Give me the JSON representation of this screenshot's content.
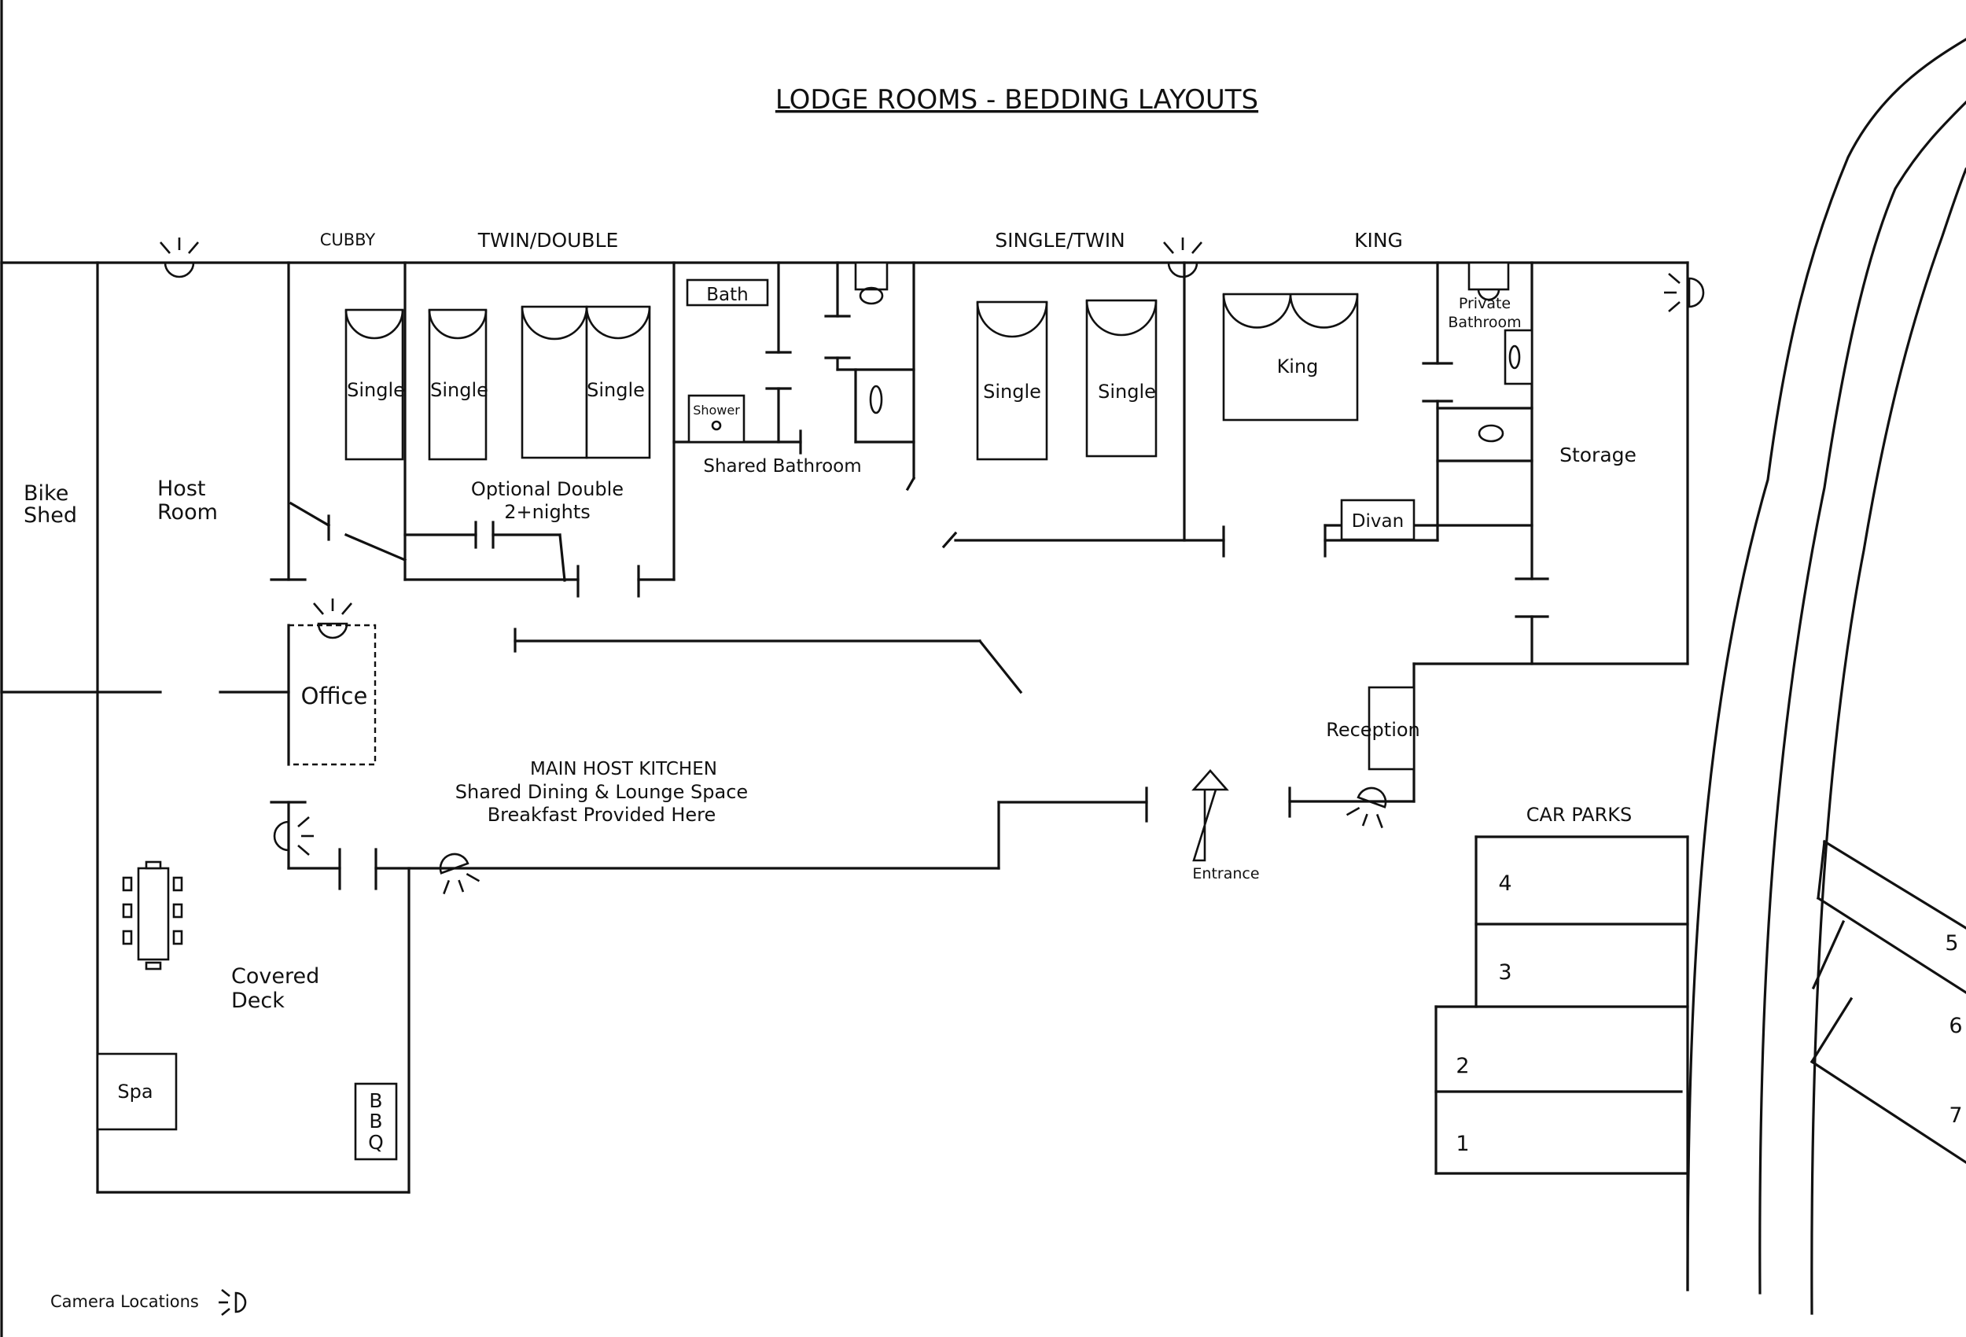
{
  "title": "LODGE ROOMS - BEDDING LAYOUTS",
  "rooms": {
    "cubby": "CUBBY",
    "twin_double": "TWIN/DOUBLE",
    "single_twin": "SINGLE/TWIN",
    "king": "KING",
    "bike_shed_1": "Bike",
    "bike_shed_2": "Shed",
    "host_room_1": "Host",
    "host_room_2": "Room",
    "office": "Office",
    "optional_double_1": "Optional Double",
    "optional_double_2": "2+nights",
    "shared_bathroom": "Shared Bathroom",
    "bath": "Bath",
    "shower": "Shower",
    "private_bathroom_1": "Private",
    "private_bathroom_2": "Bathroom",
    "storage": "Storage",
    "divan": "Divan",
    "reception": "Reception",
    "kitchen_1": "MAIN HOST KITCHEN",
    "kitchen_2": "Shared Dining & Lounge Space",
    "kitchen_3": "Breakfast Provided Here",
    "entrance": "Entrance",
    "covered_deck_1": "Covered",
    "covered_deck_2": "Deck",
    "spa": "Spa",
    "bbq_1": "B",
    "bbq_2": "B",
    "bbq_3": "Q",
    "car_parks": "CAR PARKS"
  },
  "beds": {
    "single": "Single",
    "king": "King"
  },
  "car_park_numbers": [
    "1",
    "2",
    "3",
    "4",
    "5",
    "6",
    "7"
  ],
  "legend": {
    "camera_locations": "Camera Locations"
  }
}
